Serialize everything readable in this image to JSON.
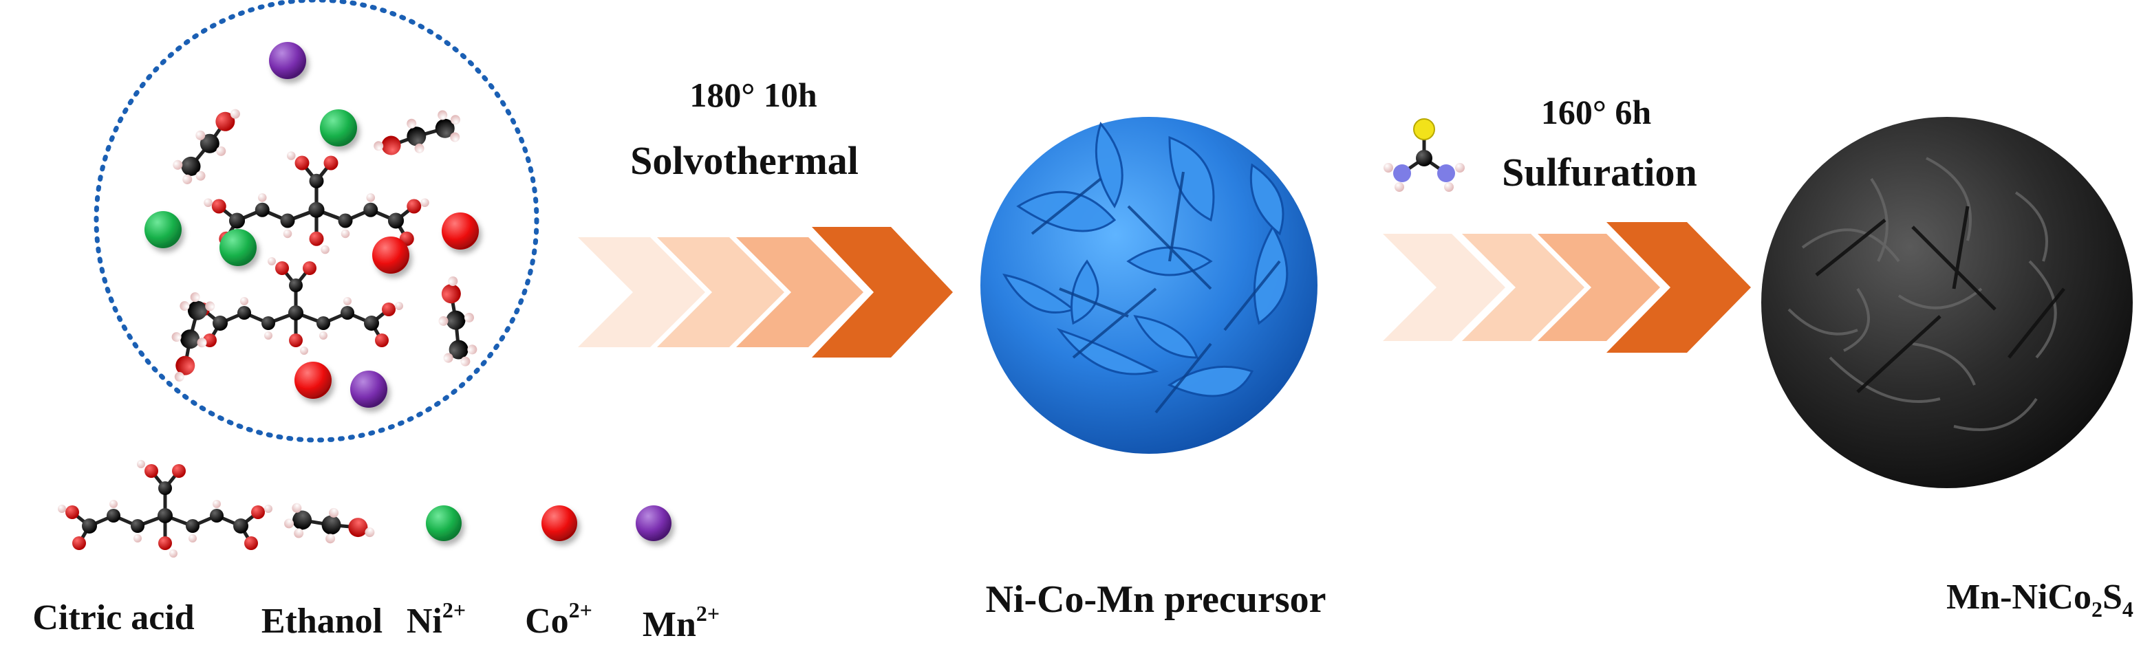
{
  "step1": {
    "conditions": "180°  10h",
    "process": "Solvothermal"
  },
  "step2": {
    "conditions": "160°  6h",
    "process": "Sulfuration"
  },
  "products": {
    "precursor": "Ni-Co-Mn precursor",
    "final_base": "Mn-NiCo",
    "final_sub1": "2",
    "final_mid": "S",
    "final_sub2": "4"
  },
  "legend": {
    "citric_acid": "Citric acid",
    "ethanol": "Ethanol",
    "ni_base": "Ni",
    "ni_sup": "2+",
    "co_base": "Co",
    "co_sup": "2+",
    "mn_base": "Mn",
    "mn_sup": "2+"
  },
  "colors": {
    "ni": "#19b24b",
    "co": "#ee1010",
    "mn": "#7b2fb0",
    "arrow_dark": "#e0661e",
    "circle": "#1a5fb4",
    "precursor": "#2a7fe0",
    "product": "#2b2b2b"
  }
}
